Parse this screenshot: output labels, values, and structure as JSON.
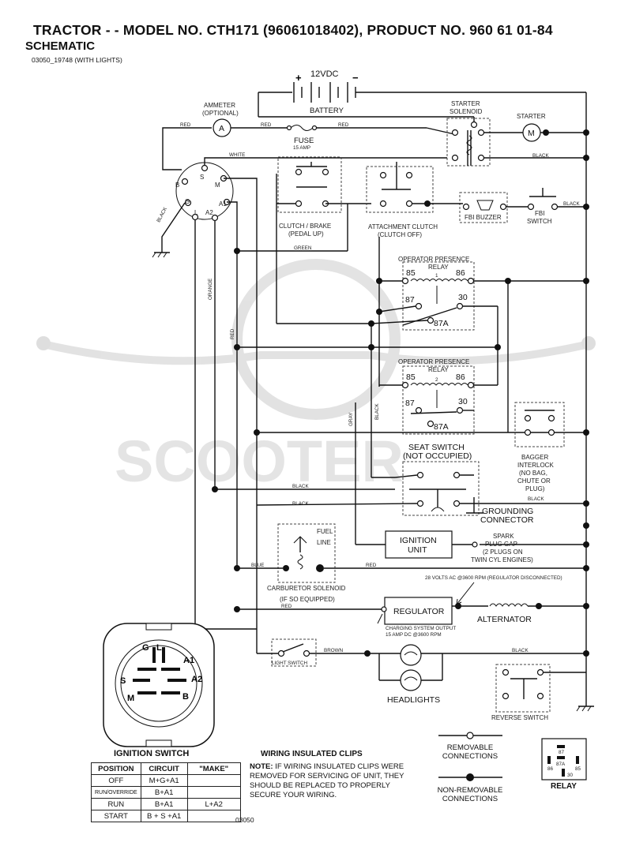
{
  "header": {
    "title": "TRACTOR - - MODEL NO. CTH171 (96061018402), PRODUCT NO. 960 61 01-84",
    "subtitle": "SCHEMATIC",
    "doc_ref": "03050_19748 (WITH LIGHTS)"
  },
  "components": {
    "battery_voltage": "12VDC",
    "battery_plus": "+",
    "battery_minus": "−",
    "battery": "BATTERY",
    "ammeter": "AMMETER",
    "ammeter_optional": "(OPTIONAL)",
    "ammeter_symbol": "A",
    "fuse": "FUSE",
    "fuse_rating": "15 AMP",
    "starter_solenoid_1": "STARTER",
    "starter_solenoid_2": "SOLENOID",
    "starter": "STARTER",
    "starter_symbol": "M",
    "clutch_brake_1": "CLUTCH / BRAKE",
    "clutch_brake_2": "(PEDAL UP)",
    "attachment_clutch_1": "ATTACHMENT CLUTCH",
    "attachment_clutch_2": "(CLUTCH OFF)",
    "fbi_buzzer": "FBI BUZZER",
    "fbi_switch_1": "FBI",
    "fbi_switch_2": "SWITCH",
    "relay1_1": "OPERATOR PRESENCE",
    "relay1_2": "RELAY",
    "relay1_num": "1",
    "relay2_1": "OPERATOR PRESENCE",
    "relay2_2": "RELAY",
    "relay2_num": "2",
    "pin_85": "85",
    "pin_86": "86",
    "pin_87": "87",
    "pin_30": "30",
    "pin_87a": "87A",
    "seat_switch_1": "SEAT SWITCH",
    "seat_switch_2": "(NOT OCCUPIED)",
    "bagger_1": "BAGGER",
    "bagger_2": "INTERLOCK",
    "bagger_3": "(NO BAG,",
    "bagger_4": "CHUTE OR",
    "bagger_5": "PLUG)",
    "grounding_1": "GROUNDING",
    "grounding_2": "CONNECTOR",
    "fuel_line_1": "FUEL",
    "fuel_line_2": "LINE",
    "ignition_unit_1": "IGNITION",
    "ignition_unit_2": "UNIT",
    "spark_1": "SPARK",
    "spark_2": "PLUG GAP",
    "spark_3": "(2 PLUGS ON",
    "spark_4": "TWIN CYL ENGINES)",
    "carb_1": "CARBURETOR SOLENOID",
    "carb_2": "(IF SO EQUIPPED)",
    "volts_note": "28 VOLTS AC @3600 RPM (REGULATOR DISCONNECTED)",
    "regulator": "REGULATOR",
    "alternator": "ALTERNATOR",
    "charging_1": "CHARGING SYSTEM OUTPUT",
    "charging_2": "15 AMP DC @3600 RPM",
    "light_switch": "LIGHT SWITCH",
    "headlights": "HEADLIGHTS",
    "reverse_switch": "REVERSE SWITCH"
  },
  "ignition_switch": {
    "terminals": {
      "b": "B",
      "s": "S",
      "m": "M",
      "g": "G",
      "l": "L",
      "a1": "A1",
      "a2": "A2"
    }
  },
  "wire_colors": {
    "red": "RED",
    "white": "WHITE",
    "black": "BLACK",
    "green": "GREEN",
    "orange": "ORANGE",
    "gray": "GRAY",
    "blue": "BLUE",
    "brown": "BROWN"
  },
  "ignition_table": {
    "heading": "IGNITION SWITCH",
    "headers": [
      "POSITION",
      "CIRCUIT",
      "\"MAKE\""
    ],
    "rows": [
      [
        "OFF",
        "M+G+A1",
        ""
      ],
      [
        "RUN/OVERRIDE",
        "B+A1",
        ""
      ],
      [
        "RUN",
        "B+A1",
        "L+A2"
      ],
      [
        "START",
        "B + S +A1",
        ""
      ]
    ]
  },
  "clips_note": {
    "heading": "WIRING INSULATED CLIPS",
    "note_label": "NOTE:",
    "note_text": "IF WIRING INSULATED CLIPS WERE REMOVED FOR SERVICING OF UNIT, THEY SHOULD BE REPLACED TO PROPERLY SECURE YOUR WIRING."
  },
  "legend": {
    "removable_1": "REMOVABLE",
    "removable_2": "CONNECTIONS",
    "nonremovable_1": "NON-REMOVABLE",
    "nonremovable_2": "CONNECTIONS",
    "relay": "RELAY"
  },
  "figure_number": "03050",
  "watermark": "SCOOTER"
}
